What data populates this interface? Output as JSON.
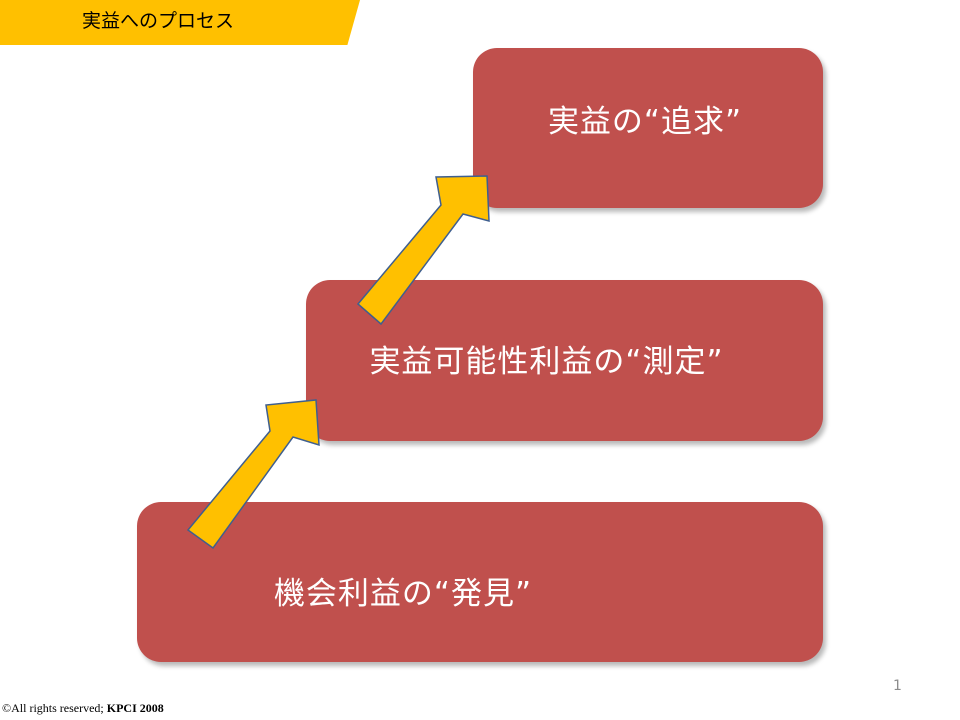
{
  "header": {
    "title": "実益へのプロセス"
  },
  "steps": [
    {
      "label": "実益の“追求”"
    },
    {
      "label": "実益可能性利益の“測定”"
    },
    {
      "label": "機会利益の“発見”"
    }
  ],
  "footer": {
    "page_number": "1",
    "copyright_prefix": "©All rights reserved; ",
    "copyright_org": "KPCI 2008"
  },
  "colors": {
    "banner": "#ffc000",
    "box": "#c0504d",
    "arrow_fill": "#ffc000",
    "arrow_stroke": "#3f5f8f"
  }
}
